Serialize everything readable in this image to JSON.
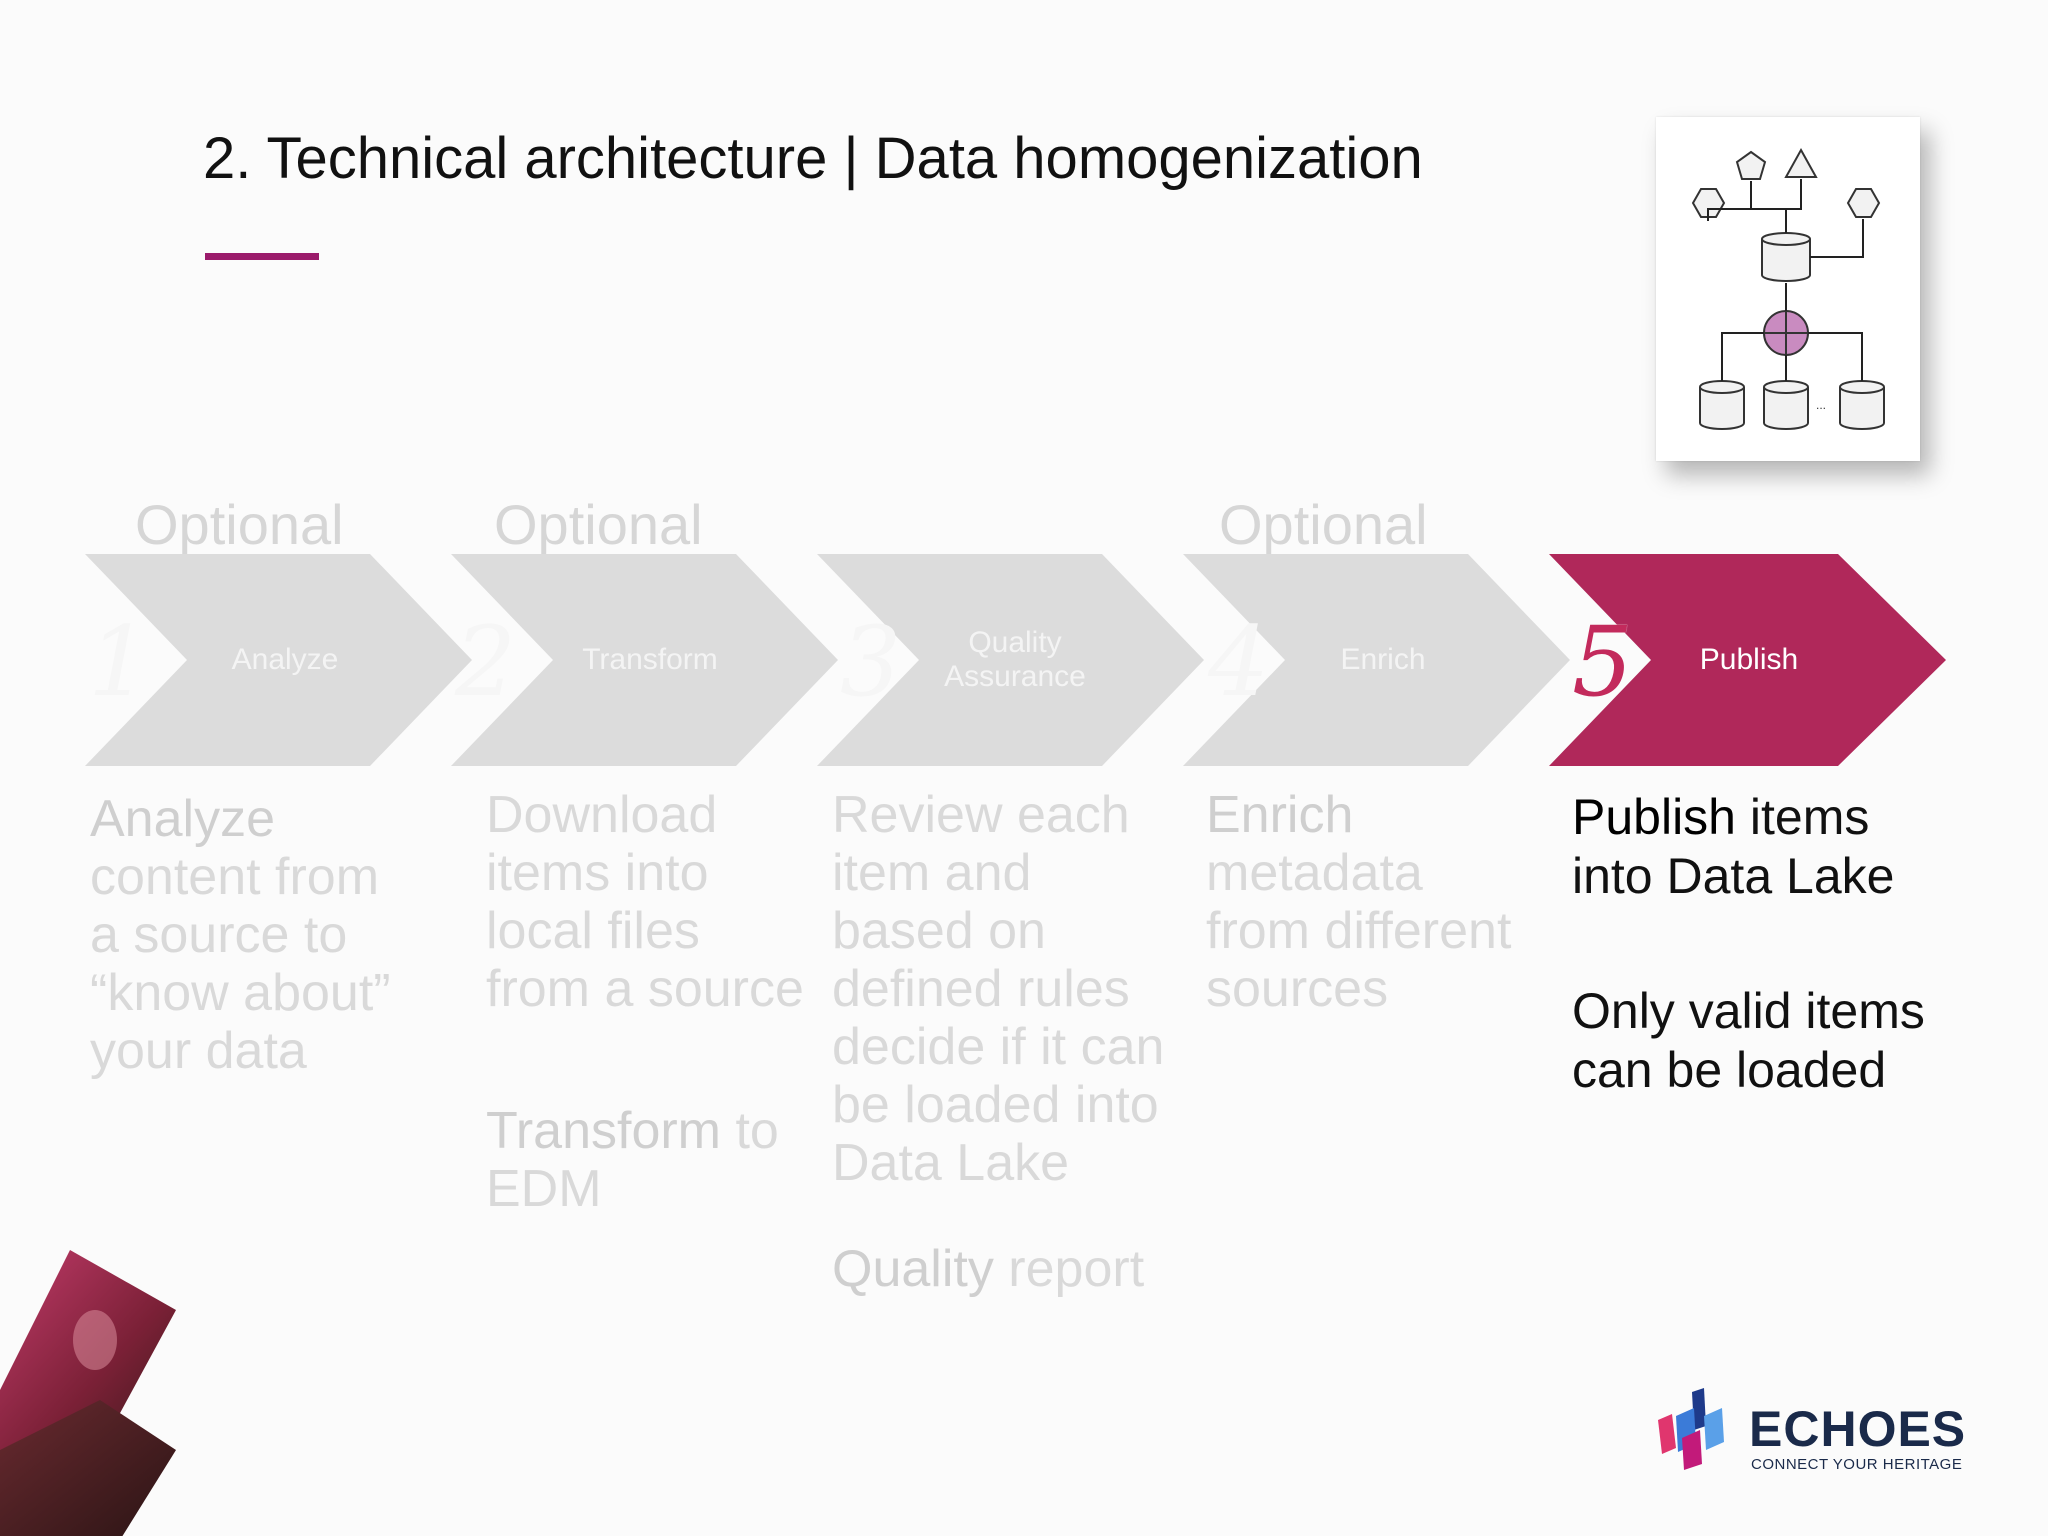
{
  "slide": {
    "title": "2. Technical architecture | Data homogenization"
  },
  "steps": [
    {
      "number": "1",
      "label": "Analyze",
      "optional": "Optional",
      "active": false
    },
    {
      "number": "2",
      "label": "Transform",
      "optional": "Optional",
      "active": false
    },
    {
      "number": "3",
      "label": "Quality\nAssurance",
      "optional": "",
      "active": false
    },
    {
      "number": "4",
      "label": "Enrich",
      "optional": "Optional",
      "active": false
    },
    {
      "number": "5",
      "label": "Publish",
      "optional": "",
      "active": true
    }
  ],
  "descriptions": {
    "analyze": {
      "emph": "Analyze",
      "rest": "content from a source to “know about” your data"
    },
    "transform": {
      "text": "Download items into local files from a source",
      "emph2": "Transform",
      "rest2": "to EDM"
    },
    "quality": {
      "text": "Review each item and based on defined rules decide if it can be loaded into Data Lake",
      "emph2": "Quality",
      "rest2": "report"
    },
    "enrich": {
      "emph": "Enrich",
      "rest": "metadata from different sources"
    },
    "publish": {
      "emph": "Publish",
      "rest": "items into Data Lake",
      "note": "Only valid items can be loaded"
    }
  },
  "logo": {
    "name": "ECHOES",
    "tagline": "CONNECT YOUR HERITAGE"
  },
  "colors": {
    "accent": "#b0285a",
    "chevron_inactive": "#dcdcdc",
    "title_rule": "#9b1b6b"
  },
  "icons": {
    "thumbnail": "architecture-diagram-icon",
    "logo_mark": "echoes-logo-icon"
  }
}
